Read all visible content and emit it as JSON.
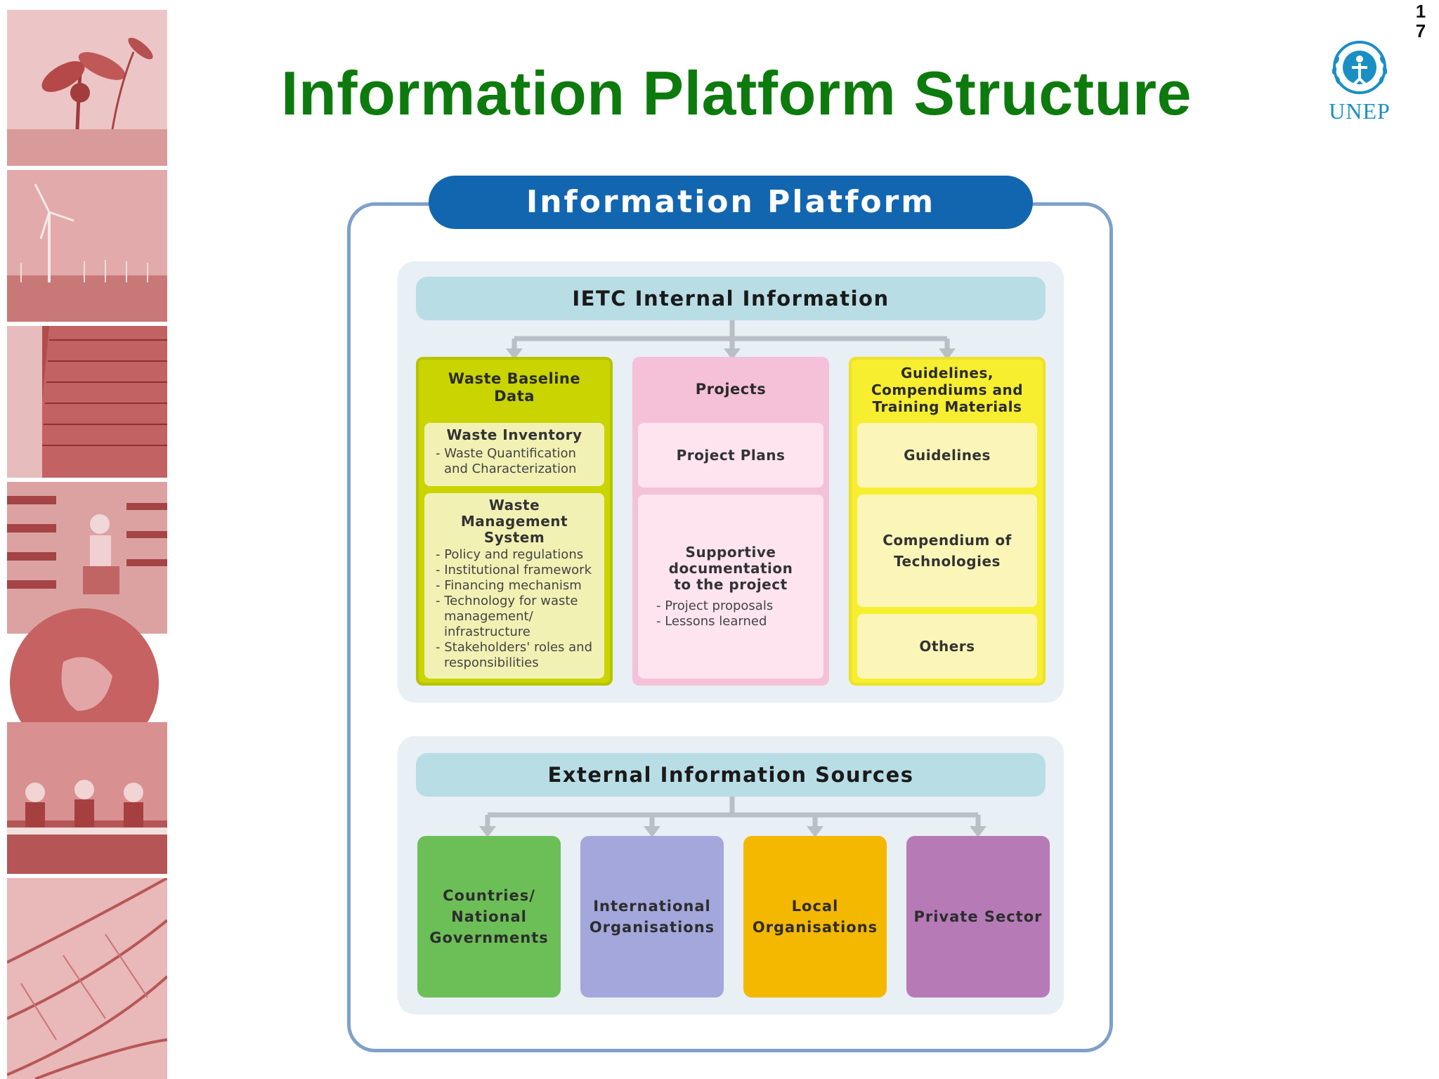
{
  "slide": {
    "title": "Information Platform Structure",
    "number_top": "1",
    "number_bottom": "7",
    "logo_text": "UNEP"
  },
  "diagram": {
    "platform_label": "Information Platform",
    "internal": {
      "header": "IETC Internal Information",
      "waste": {
        "heading": "Waste Baseline Data",
        "inventory_title": "Waste Inventory",
        "inventory_items": [
          "Waste Quantification and Characterization"
        ],
        "system_title": "Waste Management System",
        "system_items": [
          "Policy and regulations",
          "Institutional framework",
          "Financing mechanism",
          "Technology for waste management/ infrastructure",
          "Stakeholders' roles and responsibilities"
        ]
      },
      "projects": {
        "heading": "Projects",
        "plans": "Project Plans",
        "support_title": "Supportive documentation to the project",
        "support_items": [
          "Project proposals",
          "Lessons learned"
        ]
      },
      "guidelines": {
        "heading": "Guidelines, Compendiums and Training Materials",
        "guidelines": "Guidelines",
        "compendium": "Compendium of Technologies",
        "others": "Others"
      }
    },
    "external": {
      "header": "External Information Sources",
      "sources": [
        {
          "label": "Countries/ National Governments",
          "color": "#6cbf57"
        },
        {
          "label": "International Organisations",
          "color": "#a3a7dc"
        },
        {
          "label": "Local Organisations",
          "color": "#f5b800"
        },
        {
          "label": "Private Sector",
          "color": "#b67ab6"
        }
      ]
    },
    "colors": {
      "platform_pill": "#1266b0",
      "frame": "#7fa0c9",
      "section_header": "#b8dde5",
      "waste": "#c9d400",
      "projects": "#f4c1d8",
      "guidelines": "#f7ee30",
      "title_green": "#0d7a0d"
    }
  }
}
